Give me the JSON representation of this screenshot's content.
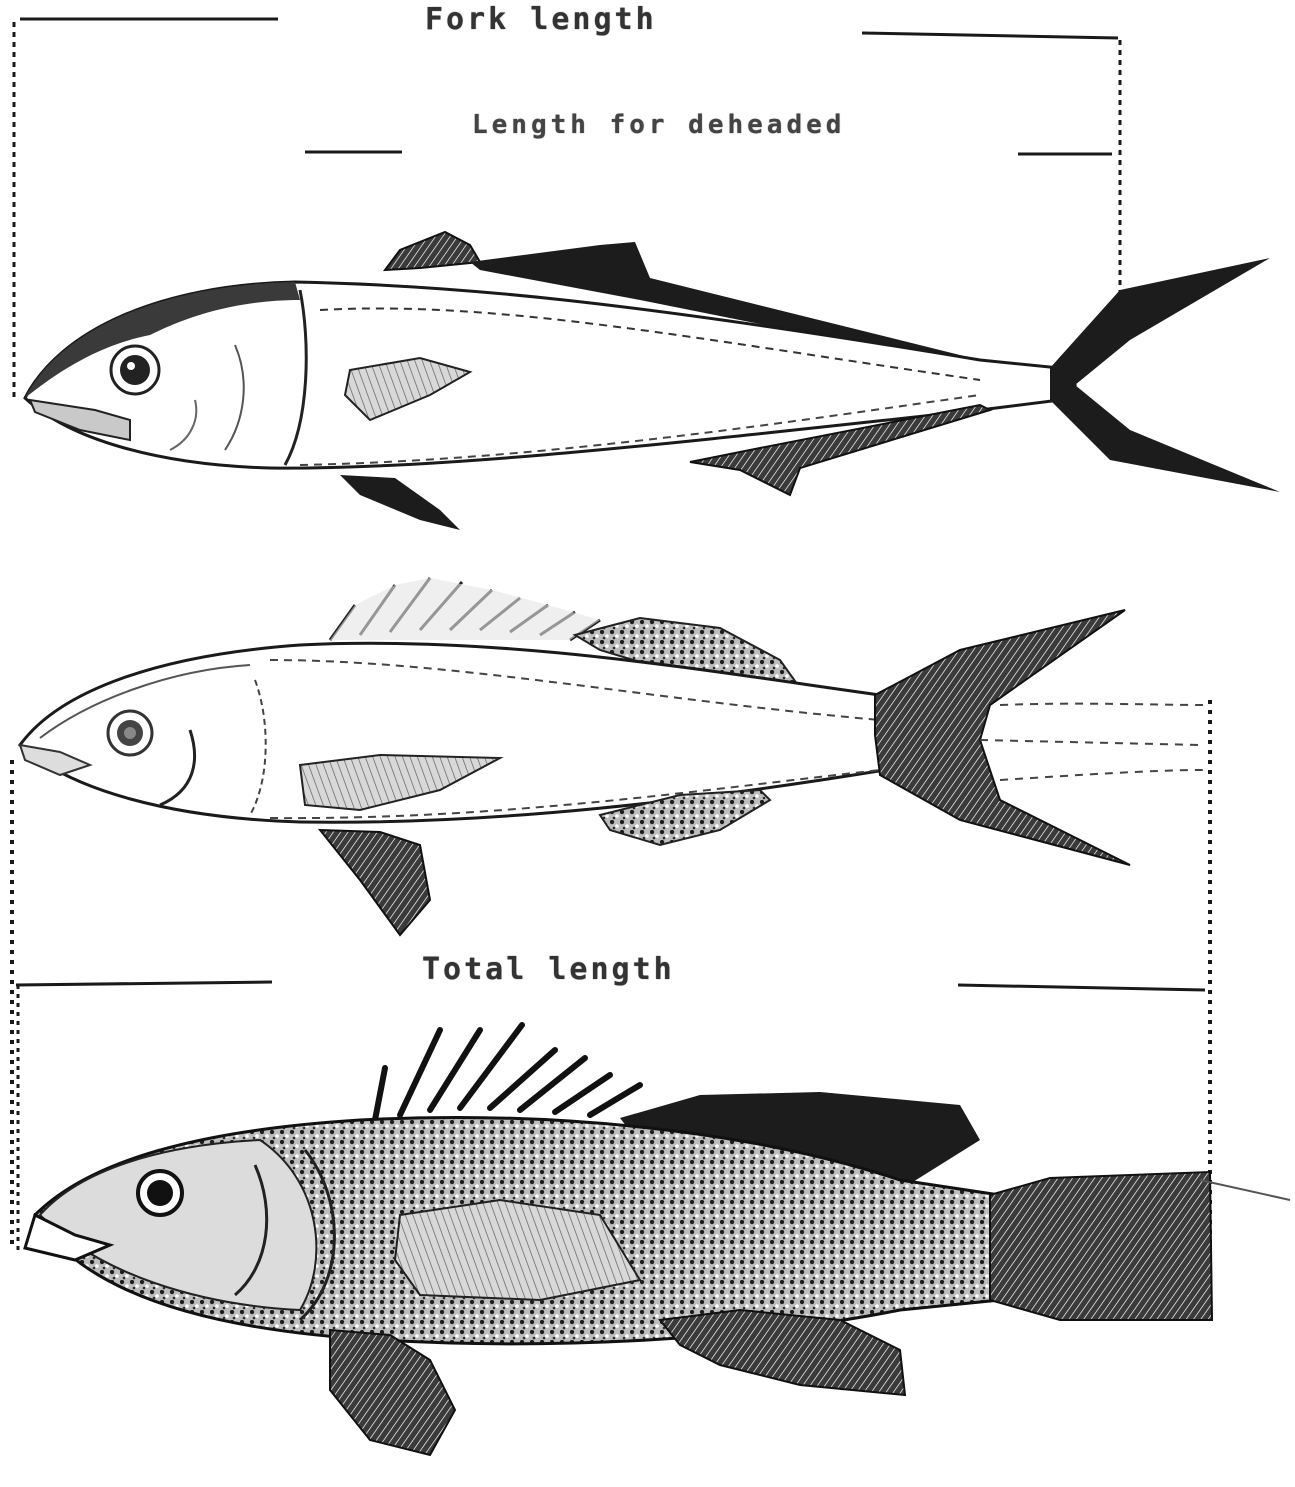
{
  "labels": {
    "fork_length": "Fork length",
    "length_for_deheaded": "Length for deheaded",
    "total_length": "Total length"
  },
  "figures": [
    {
      "name": "fork-length-fish",
      "measurement": "fork_length"
    },
    {
      "name": "standard-length-fish",
      "measurement": "standard_length"
    },
    {
      "name": "total-length-fish",
      "measurement": "total_length"
    }
  ],
  "colors": {
    "ink": "#1a1a1a",
    "shade": "#555555",
    "paper": "#ffffff"
  }
}
